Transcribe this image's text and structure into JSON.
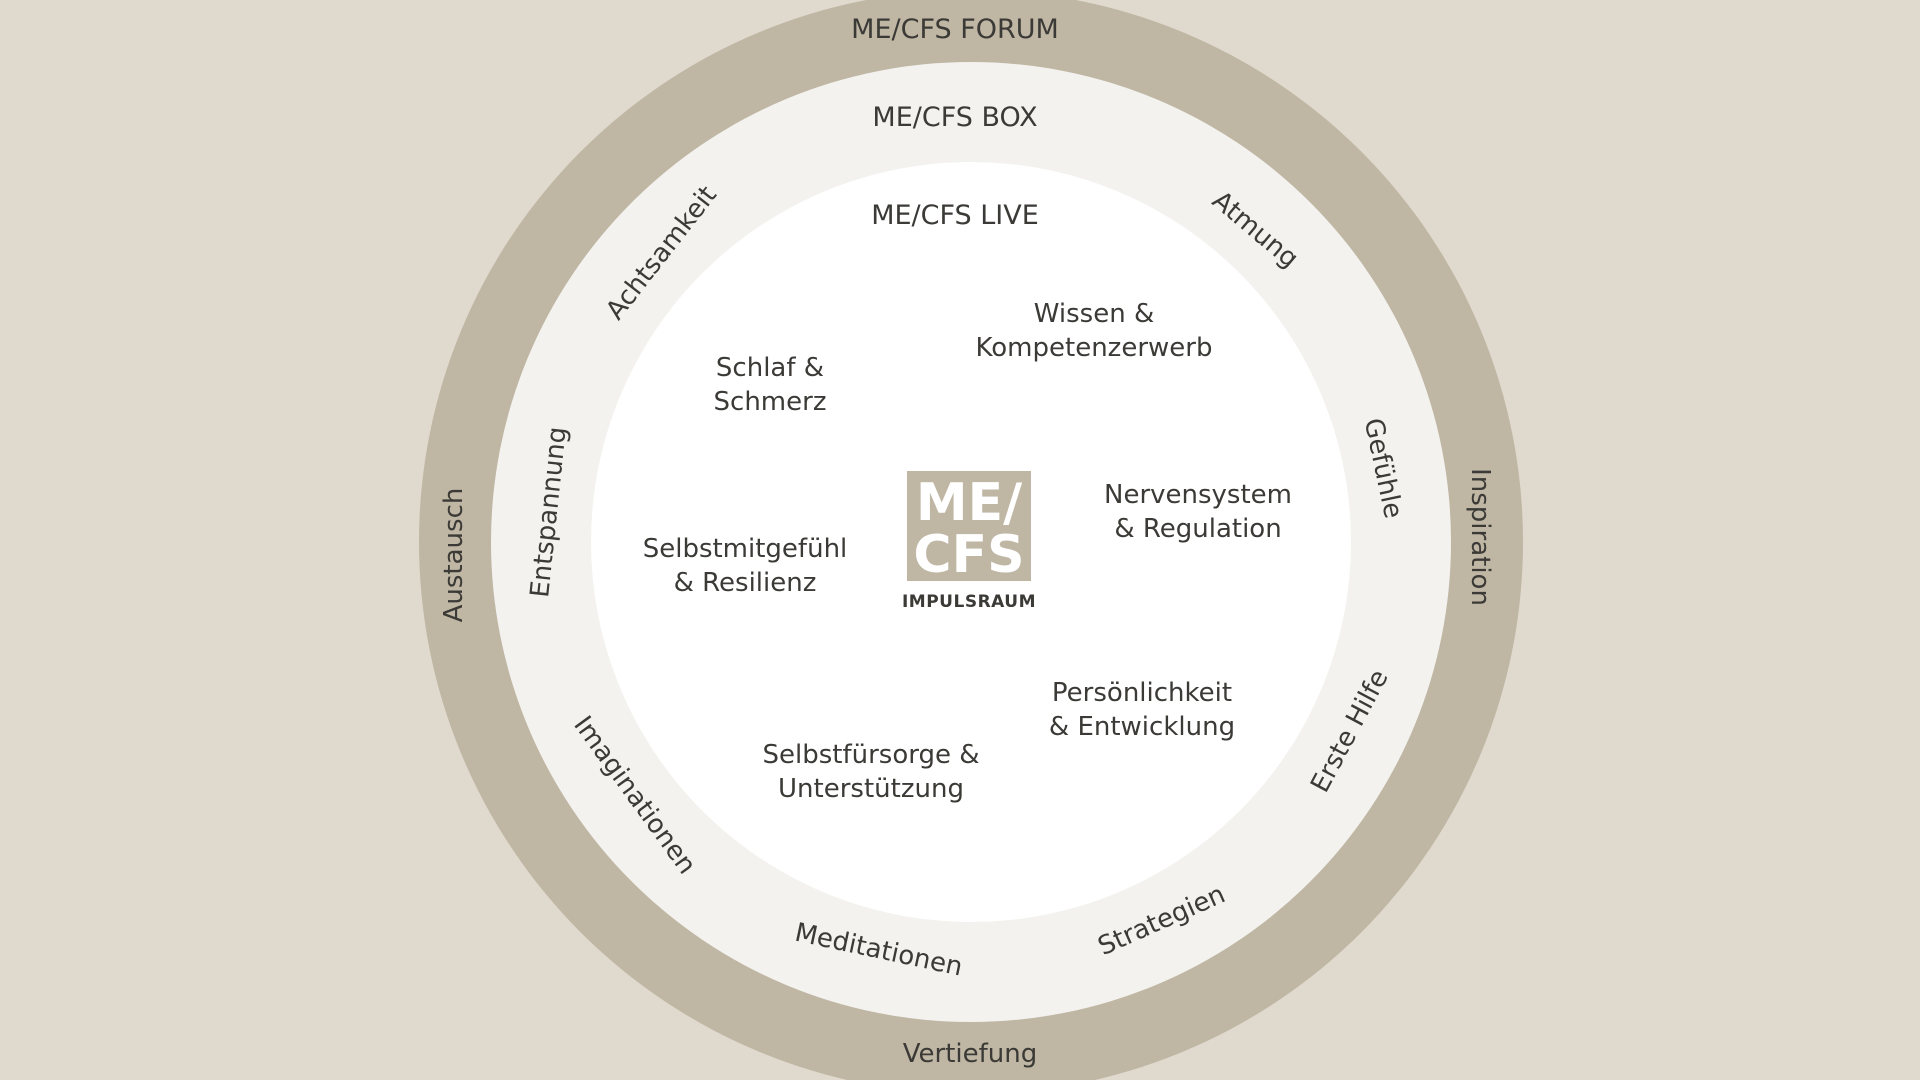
{
  "rings": {
    "outer": {
      "title": "ME/CFS FORUM",
      "words": [
        "Austausch",
        "Inspiration",
        "Vertiefung"
      ]
    },
    "middle": {
      "title": "ME/CFS BOX",
      "words": [
        "Achtsamkeit",
        "Atmung",
        "Entspannung",
        "Gefühle",
        "Imaginationen",
        "Erste Hilfe",
        "Meditationen",
        "Strategien"
      ]
    },
    "inner": {
      "title": "ME/CFS LIVE"
    }
  },
  "topics": [
    [
      "Wissen &",
      "Kompetenzerwerb"
    ],
    [
      "Schlaf &",
      "Schmerz"
    ],
    [
      "Nervensystem",
      "& Regulation"
    ],
    [
      "Selbstmitgefühl",
      "& Resilienz"
    ],
    [
      "Persönlichkeit",
      "& Entwicklung"
    ],
    [
      "Selbstfürsorge &",
      "Unterstützung"
    ]
  ],
  "logo": {
    "line1": "ME/",
    "line2": "CFS",
    "subtitle": "IMPULSRAUM"
  },
  "colors": {
    "background": "#e0d9cd",
    "outer_ring": "#bfb6a4",
    "middle_ring": "#f3f2ee",
    "inner_disc": "#ffffff",
    "logo_box": "#bfb6a4",
    "text": "#3b3a36"
  }
}
